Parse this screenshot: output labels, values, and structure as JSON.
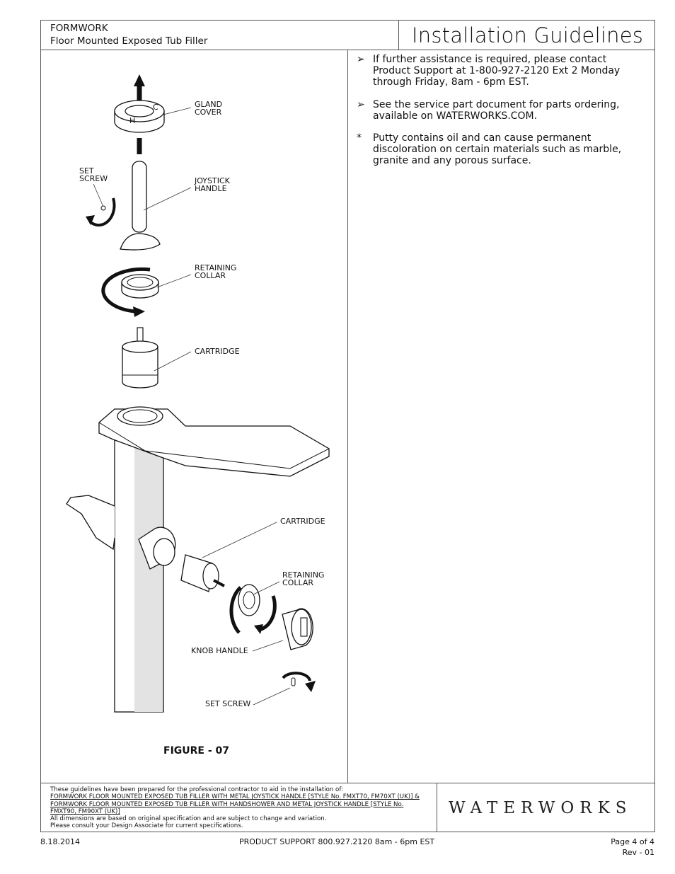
{
  "header": {
    "brand": "FORMWORK",
    "product": "Floor Mounted Exposed Tub Filler",
    "title": "Installation Guidelines"
  },
  "notes": [
    {
      "marker": "➢",
      "text": "If further assistance is required, please contact Product Support at 1-800-927-2120 Ext 2 Monday through Friday, 8am - 6pm EST."
    },
    {
      "marker": "➢",
      "text": "See the service part document for parts ordering, available on WATERWORKS.COM."
    },
    {
      "marker": "*",
      "text": "Putty contains oil and can cause permanent discoloration on certain materials such as marble, granite and any porous surface."
    }
  ],
  "figure": {
    "caption": "FIGURE - 07",
    "labels": {
      "gland_cover_1": "GLAND",
      "gland_cover_2": "COVER",
      "set_screw_1": "SET",
      "set_screw_2": "SCREW",
      "joystick_1": "JOYSTICK",
      "joystick_2": "HANDLE",
      "retaining_top_1": "RETAINING",
      "retaining_top_2": "COLLAR",
      "cartridge_top": "CARTRIDGE",
      "cartridge_side": "CARTRIDGE",
      "retaining_side_1": "RETAINING",
      "retaining_side_2": "COLLAR",
      "knob_handle": "KNOB HANDLE",
      "set_screw_bottom": "SET SCREW",
      "dial_h": "H",
      "dial_c": "C"
    }
  },
  "footer": {
    "disclaimer_intro": "These guidelines have been prepared for the professional contractor to aid in the installation of:",
    "disclaimer_product": "FORMWORK FLOOR MOUNTED EXPOSED TUB FILLER WITH METAL JOYSTICK HANDLE [STYLE No. FMXT70, FM70XT (UK)] & FORMWORK FLOOR MOUNTED EXPOSED TUB FILLER WITH HANDSHOWER AND METAL JOYSTICK HANDLE [STYLE No. FMXT90, FM90XT (UK)]",
    "disclaimer_dimensions": "All dimensions are based on original specification and are subject to change and variation.",
    "disclaimer_consult": "Please consult your Design Associate for current specifications.",
    "logo": "WATERWORKS"
  },
  "bottom": {
    "date": "8.18.2014",
    "support": "PRODUCT SUPPORT 800.927.2120 8am - 6pm EST",
    "page": "Page 4 of 4",
    "rev": "Rev - 01"
  }
}
